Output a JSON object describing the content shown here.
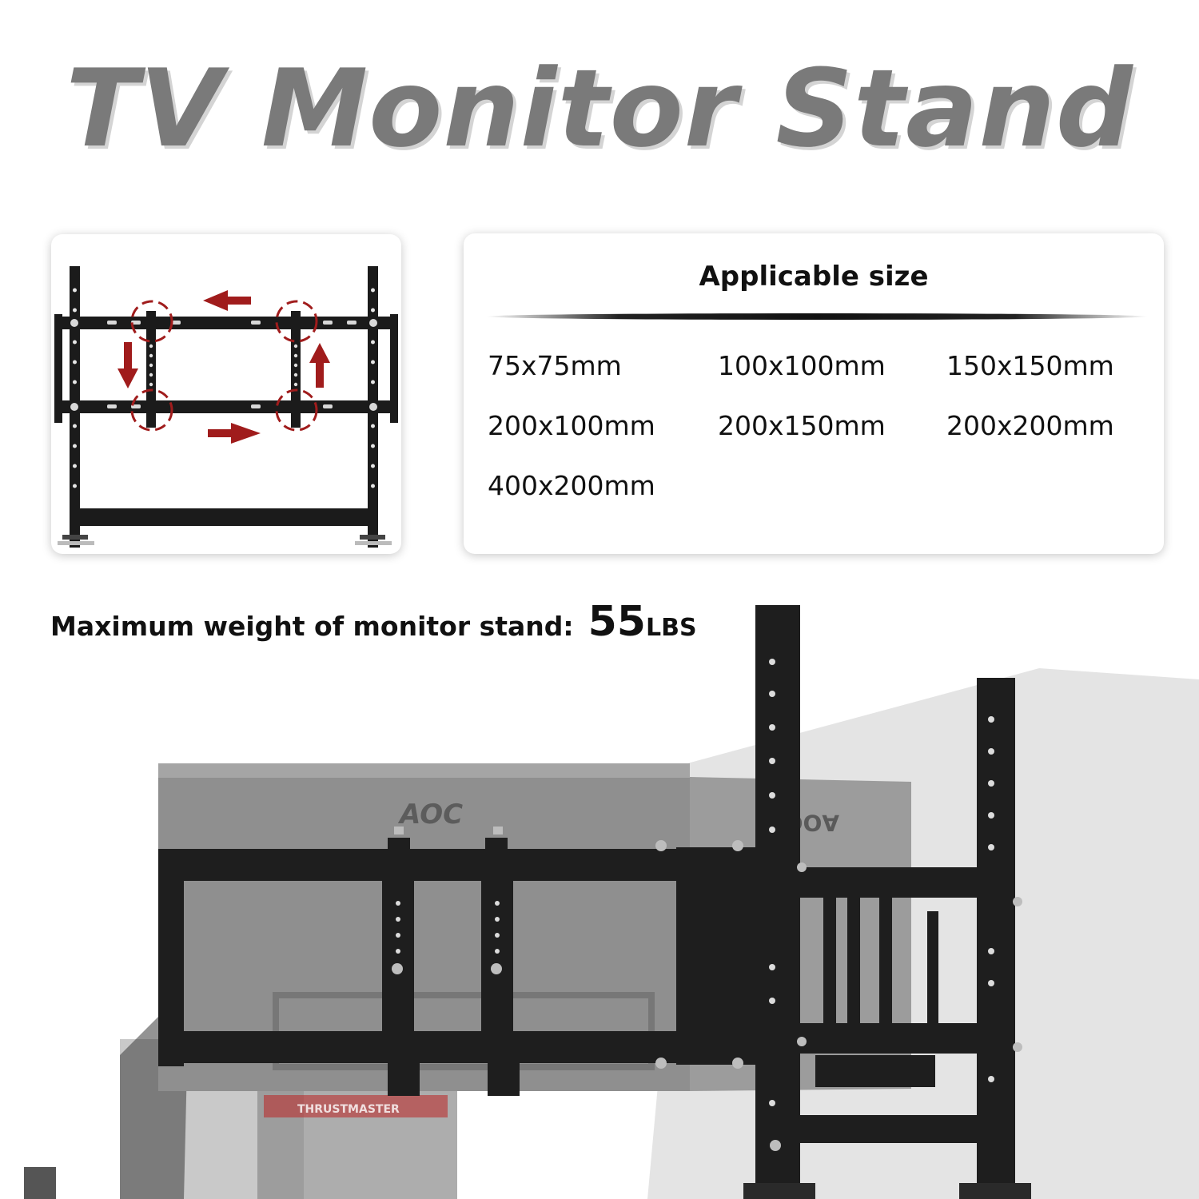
{
  "title": "TV Monitor Stand",
  "sizes": {
    "heading": "Applicable size",
    "items": [
      "75x75mm",
      "100x100mm",
      "150x150mm",
      "200x100mm",
      "200x150mm",
      "200x200mm",
      "400x200mm"
    ]
  },
  "weight": {
    "label": "Maximum weight of monitor stand:",
    "value": "55",
    "unit": "LBS"
  },
  "photo": {
    "brand_front": "AOC",
    "brand_side": "AOC",
    "wheel_brand": "THRUSTMASTER"
  },
  "colors": {
    "title": "#7a7a7a",
    "accent": "#a01c1c",
    "frame": "#1b1b1b"
  }
}
